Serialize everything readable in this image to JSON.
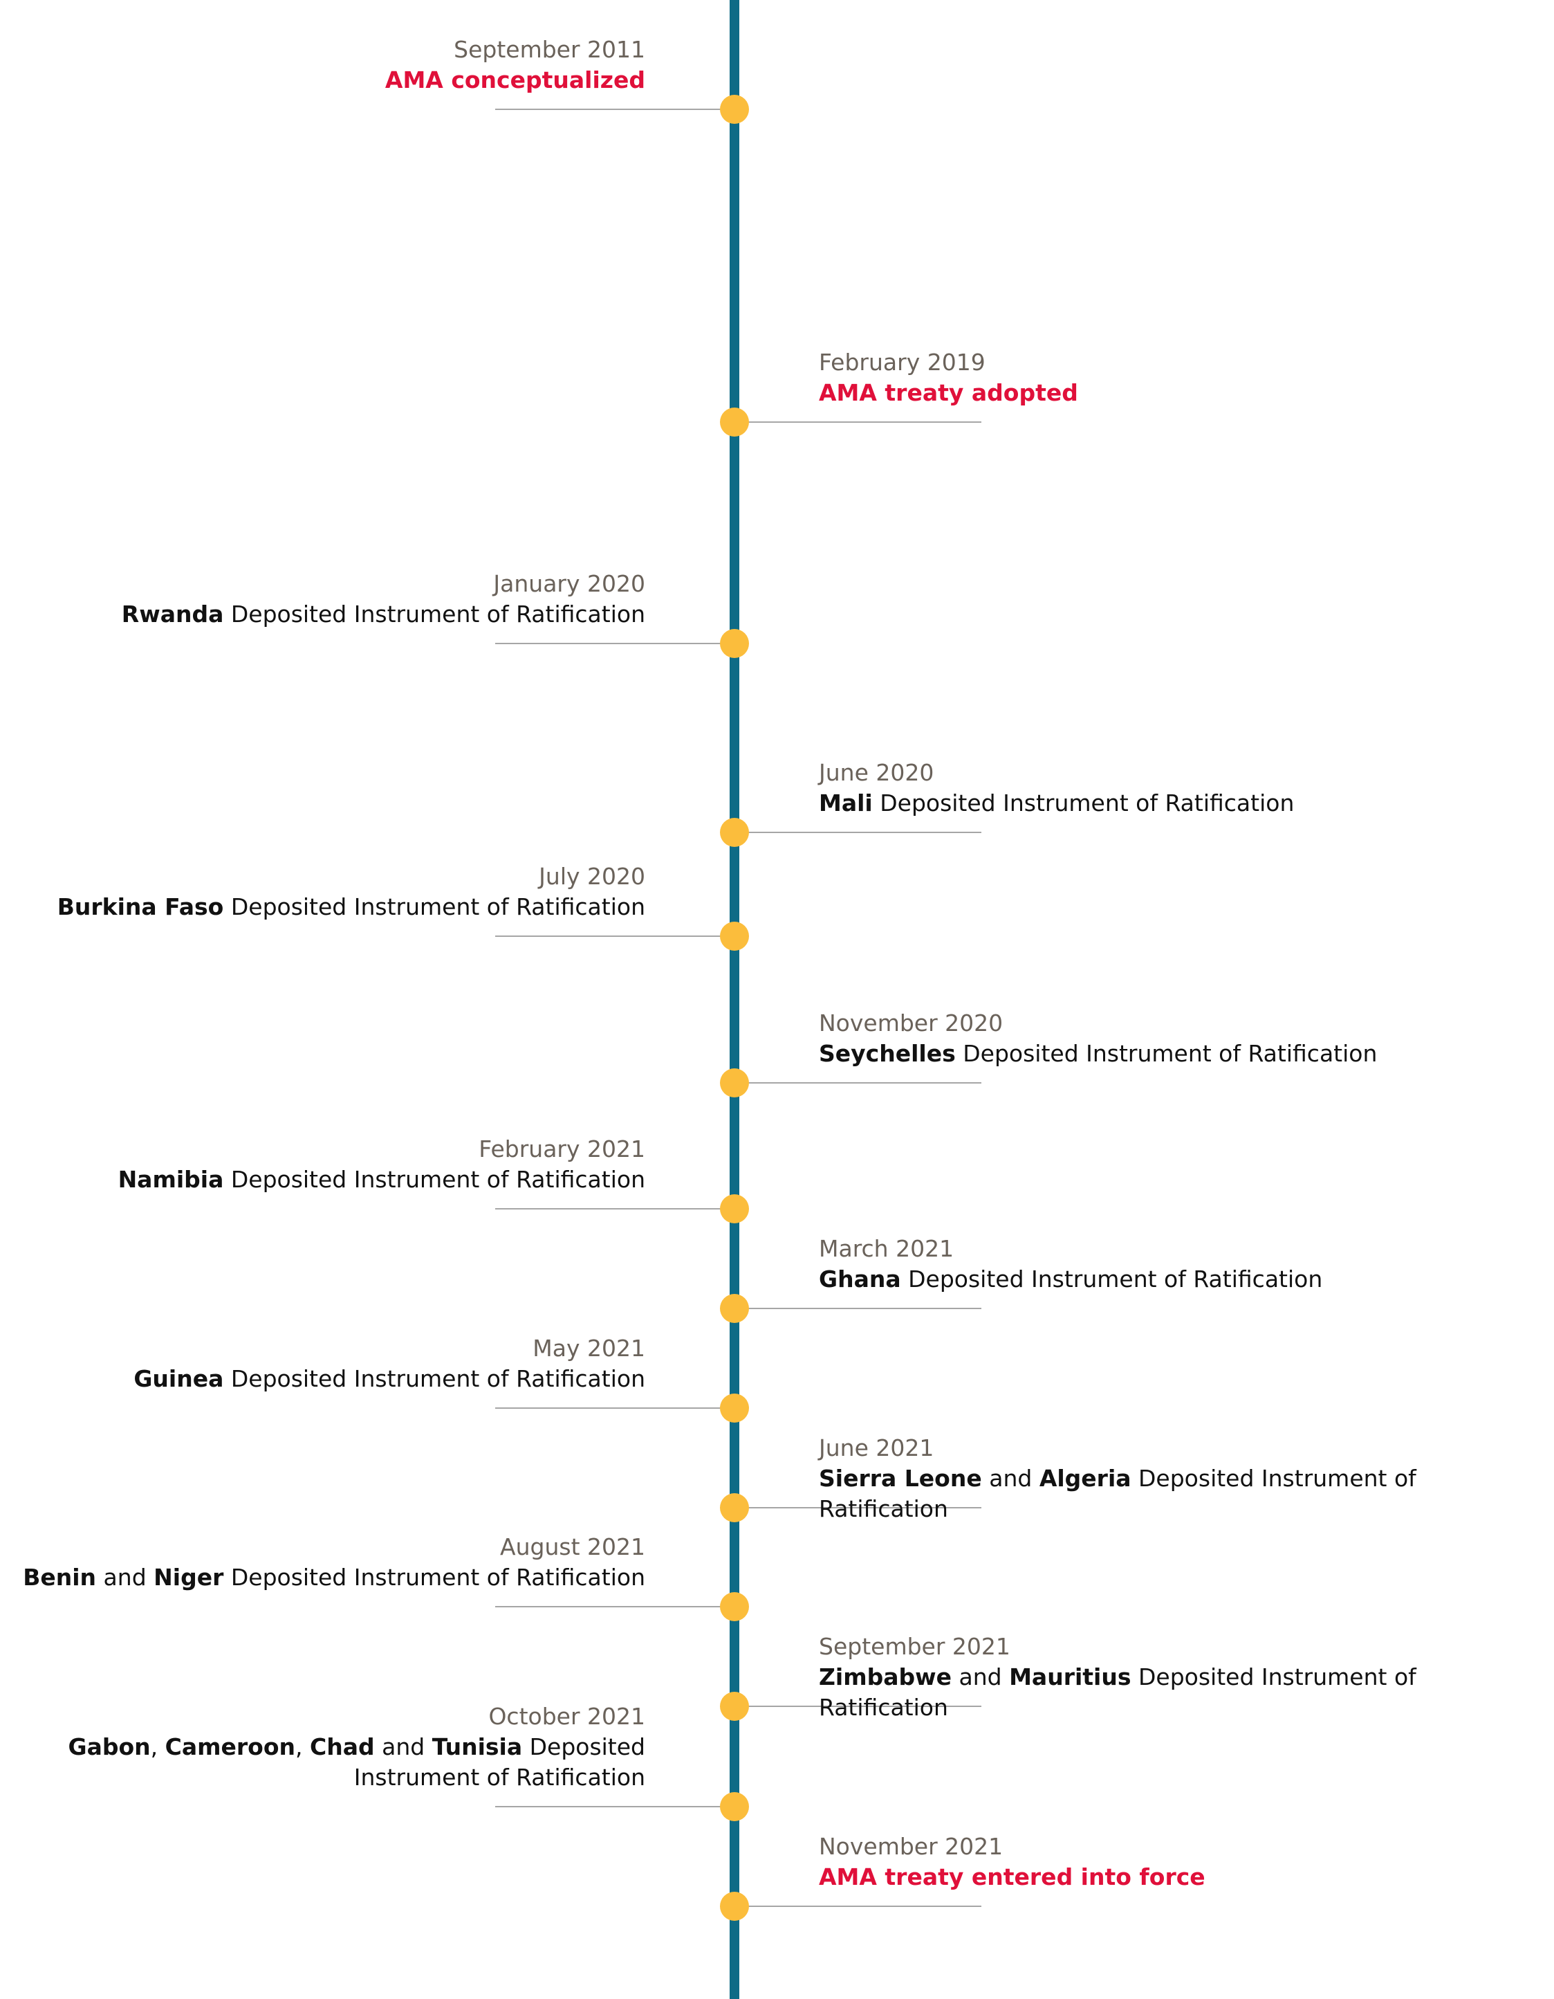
{
  "colors": {
    "spine": "#0e6b86",
    "dot": "#fbbd3c",
    "connector": "#a6a6a6",
    "date": "#6a625a",
    "highlight": "#e0103a",
    "text": "#111111"
  },
  "events": [
    {
      "date": "September 2011",
      "side": "left",
      "highlight": true,
      "parts": [
        {
          "t": "AMA conceptualized",
          "b": false
        }
      ]
    },
    {
      "date": "February 2019",
      "side": "right",
      "highlight": true,
      "parts": [
        {
          "t": "AMA treaty adopted",
          "b": false
        }
      ]
    },
    {
      "date": "January 2020",
      "side": "left",
      "highlight": false,
      "parts": [
        {
          "t": "Rwanda",
          "b": true
        },
        {
          "t": " Deposited Instrument of Ratification",
          "b": false
        }
      ]
    },
    {
      "date": "June 2020",
      "side": "right",
      "highlight": false,
      "parts": [
        {
          "t": "Mali",
          "b": true
        },
        {
          "t": " Deposited Instrument of Ratification",
          "b": false
        }
      ]
    },
    {
      "date": "July 2020",
      "side": "left",
      "highlight": false,
      "parts": [
        {
          "t": "Burkina Faso",
          "b": true
        },
        {
          "t": " Deposited Instrument of Ratification",
          "b": false
        }
      ]
    },
    {
      "date": "November 2020",
      "side": "right",
      "highlight": false,
      "parts": [
        {
          "t": "Seychelles",
          "b": true
        },
        {
          "t": " Deposited Instrument of Ratification",
          "b": false
        }
      ]
    },
    {
      "date": "February 2021",
      "side": "left",
      "highlight": false,
      "parts": [
        {
          "t": "Namibia",
          "b": true
        },
        {
          "t": " Deposited Instrument of Ratification",
          "b": false
        }
      ]
    },
    {
      "date": "March 2021",
      "side": "right",
      "highlight": false,
      "parts": [
        {
          "t": "Ghana",
          "b": true
        },
        {
          "t": " Deposited Instrument of Ratification",
          "b": false
        }
      ]
    },
    {
      "date": "May 2021",
      "side": "left",
      "highlight": false,
      "parts": [
        {
          "t": "Guinea",
          "b": true
        },
        {
          "t": " Deposited Instrument of Ratification",
          "b": false
        }
      ]
    },
    {
      "date": "June 2021",
      "side": "right",
      "highlight": false,
      "parts": [
        {
          "t": "Sierra Leone",
          "b": true
        },
        {
          "t": " and ",
          "b": false
        },
        {
          "t": "Algeria",
          "b": true
        },
        {
          "t": " Deposited Instrument of Ratification",
          "b": false
        }
      ]
    },
    {
      "date": "August 2021",
      "side": "left",
      "highlight": false,
      "parts": [
        {
          "t": "Benin",
          "b": true
        },
        {
          "t": " and ",
          "b": false
        },
        {
          "t": "Niger",
          "b": true
        },
        {
          "t": " Deposited Instrument of Ratification",
          "b": false
        }
      ]
    },
    {
      "date": "September 2021",
      "side": "right",
      "highlight": false,
      "parts": [
        {
          "t": "Zimbabwe",
          "b": true
        },
        {
          "t": " and ",
          "b": false
        },
        {
          "t": "Mauritius",
          "b": true
        },
        {
          "t": " Deposited Instrument of Ratification",
          "b": false
        }
      ]
    },
    {
      "date": "October 2021",
      "side": "left",
      "highlight": false,
      "parts": [
        {
          "t": "Gabon",
          "b": true
        },
        {
          "t": ", ",
          "b": false
        },
        {
          "t": "Cameroon",
          "b": true
        },
        {
          "t": ", ",
          "b": false
        },
        {
          "t": "Chad",
          "b": true
        },
        {
          "t": " and ",
          "b": false
        },
        {
          "t": "Tunisia",
          "b": true
        },
        {
          "t": " Deposited\nInstrument of Ratification",
          "b": false
        }
      ]
    },
    {
      "date": "November 2021",
      "side": "right",
      "highlight": true,
      "parts": [
        {
          "t": "AMA treaty entered into force",
          "b": false
        }
      ]
    }
  ]
}
